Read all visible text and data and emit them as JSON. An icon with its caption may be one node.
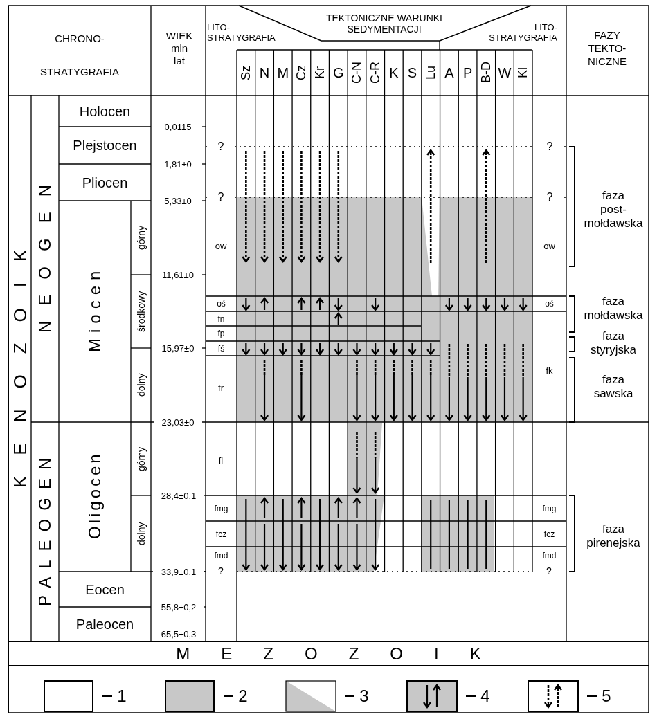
{
  "diagram": {
    "labels": [
      "CHRONO- STRATYGRAFIA",
      "WIEK mln lat",
      "LITO- STRATYGRAFIA",
      "TEKTONICZNE WARUNKI SEDYMENTACJI",
      "LITO- STRATYGRAFIA",
      "FAZY TEKTO- NICZNE",
      "Sz",
      "N",
      "M",
      "Cz",
      "Kr",
      "G",
      "C-N",
      "C-R",
      "K",
      "S",
      "Lu",
      "A",
      "P",
      "B-D",
      "W",
      "Kl",
      "KENOZOIK",
      "NEOGEN",
      "Holocen",
      "0,0115",
      "Plejstocen",
      "?",
      "?",
      "1,81±0",
      "Pliocen",
      "5,33±0",
      "?",
      "?",
      "Miocen",
      "górny",
      "ow",
      "ow",
      "11,61±0",
      "środkowy",
      "oś",
      "oś",
      "fn",
      "fp",
      "15,97±0",
      "fś",
      "dolny",
      "fr",
      "fk",
      "23,03±0",
      "PALEOGEN",
      "Oligocen",
      "górny",
      "fl",
      "28,4±0,1",
      "dolny",
      "fmg",
      "fmg",
      "fcz",
      "fcz",
      "fmd",
      "fmd",
      "33,9±0,1",
      "?",
      "?",
      "Eocen",
      "55,8±0,2",
      "Paleocen",
      "65,5±0,3",
      "MEZOZOIK",
      "faza post- mołdawska",
      "faza mołdawska",
      "faza styryjska",
      "faza sawska",
      "faza pirenejska"
    ],
    "legend": [
      {
        "text": "1",
        "color": "#ffffff"
      },
      {
        "text": "2",
        "color": "#c8c8c8"
      },
      {
        "text": "3"
      },
      {
        "text": "4"
      },
      {
        "text": "5"
      }
    ]
  }
}
